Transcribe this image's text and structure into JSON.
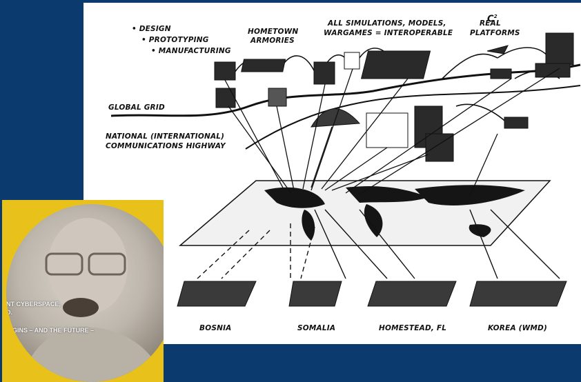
{
  "diagram": {
    "corner_mark": "C",
    "corner_mark_sup": "2",
    "labels": {
      "design": "• DESIGN",
      "prototyping": "• PROTOTYPING",
      "manufacturing": "• MANUFACTURING",
      "hometown_1": "HOMETOWN",
      "hometown_2": "ARMORIES",
      "simulations_1": "ALL SIMULATIONS, MODELS,",
      "simulations_2": "WARGAMES = INTEROPERABLE",
      "real_1": "REAL",
      "real_2": "PLATFORMS",
      "global_grid": "GLOBAL GRID",
      "highway_1": "NATIONAL (INTERNATIONAL)",
      "highway_2": "COMMUNICATIONS HIGHWAY"
    },
    "locations": [
      "BOSNIA",
      "SOMALIA",
      "HOMESTEAD, FL",
      "KOREA (WMD)"
    ]
  },
  "photo": {
    "caption_line1": "NT CYBERSPACE,",
    "caption_line2": "D.",
    "caption_line3": "RIGINS – AND THE FUTURE –"
  },
  "colors": {
    "background": "#0b3a6e",
    "panel": "#ffffff",
    "photo_border": "#e8c21a"
  }
}
